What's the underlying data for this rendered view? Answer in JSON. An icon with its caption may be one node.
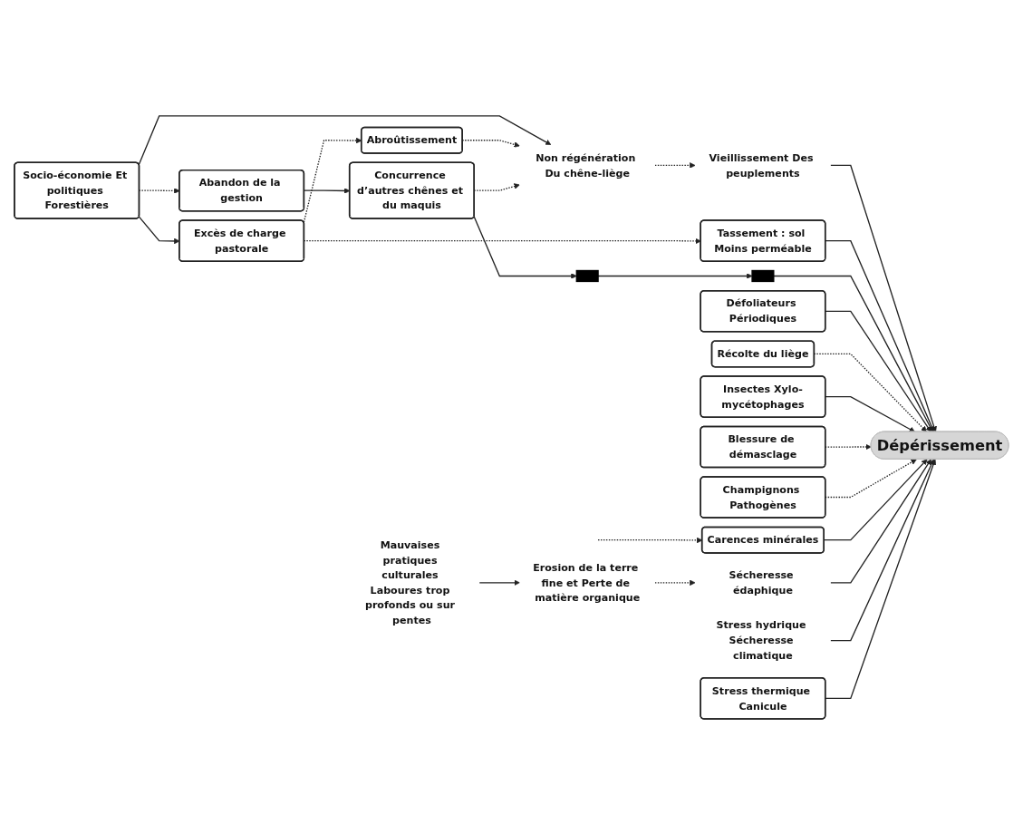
{
  "diagram": {
    "nodes": [
      {
        "text": [
          "Socio-économie Et politiques Forestières"
        ]
      },
      {
        "text": [
          "Excès de charge pastorale"
        ]
      },
      {
        "text": [
          "Abandon de la gestion"
        ]
      },
      {
        "text": [
          "Abroûtissement"
        ]
      },
      {
        "text": [
          "Non régénération Du chêne-liège"
        ]
      },
      {
        "text": [
          "Concurrence d’autres chênes et du maquis"
        ]
      },
      {
        "text": [
          "Tassement : sol Moins perméable"
        ]
      },
      {
        "text": [
          "Vieillissement Des peuplements"
        ]
      },
      {
        "text": [],
        "shape": "box"
      },
      {
        "text": [],
        "shape": "box"
      },
      {
        "text": [
          "Défoliateurs Périodiques"
        ]
      },
      {
        "text": [
          "Récolte du liège"
        ]
      },
      {
        "text": [
          "Dépérissement"
        ]
      },
      {
        "text": [
          "Insectes Xylo-mycétophages"
        ]
      },
      {
        "text": [
          "Blessure de démasclage"
        ]
      },
      {
        "text": [
          "Champignons Pathogènes"
        ]
      },
      {
        "text": [
          "Sécheresse édaphique"
        ]
      },
      {
        "text": [
          "Stress hydrique Sécheresse climatique"
        ]
      },
      {
        "text": [
          "Carences minérales"
        ]
      },
      {
        "text": [
          "Stress thermique Canicule"
        ]
      },
      {
        "text": [
          "Erosion de la terre fine et Perte de matière organique"
        ]
      },
      {
        "text": [
          "Mauvaises pratiques culturales Laboures trop profonds ou sur pentes"
        ]
      }
    ],
    "edges": [
      {
        "from": 0,
        "to": 1,
        "arrow": "to"
      },
      {
        "from": 0,
        "to": 2,
        "arrow": "to",
        "style": "dashed"
      },
      {
        "from": 0,
        "to": 4,
        "arrow": "to"
      },
      {
        "from": 1,
        "to": 3,
        "arrow": "to",
        "style": "dashed"
      },
      {
        "from": 1,
        "to": 6,
        "arrow": "to",
        "style": "dashed"
      },
      {
        "from": 3,
        "to": 4,
        "arrow": "to",
        "style": "dashed"
      },
      {
        "from": 2,
        "to": 5,
        "arrow": "to"
      },
      {
        "from": 5,
        "to": 4,
        "arrow": "to",
        "style": "dashed"
      },
      {
        "from": 4,
        "to": 7,
        "arrow": "to",
        "style": "dashed"
      },
      {
        "from": 5,
        "to": 8,
        "arrow": "to"
      },
      {
        "from": 8,
        "to": 9,
        "arrow": "to"
      },
      {
        "from": 7,
        "to": 12,
        "arrow": "to"
      },
      {
        "from": 6,
        "to": 12,
        "arrow": "to"
      },
      {
        "from": 9,
        "to": 12,
        "arrow": "to"
      },
      {
        "from": 10,
        "to": 12,
        "arrow": "to"
      },
      {
        "from": 11,
        "to": 12,
        "arrow": "to",
        "style": "dashed"
      },
      {
        "from": 13,
        "to": 12,
        "arrow": "to"
      },
      {
        "from": 14,
        "to": 12,
        "arrow": "to",
        "style": "dashed"
      },
      {
        "from": 15,
        "to": 12,
        "arrow": "to",
        "style": "dashed"
      },
      {
        "from": 18,
        "to": 12,
        "arrow": "to"
      },
      {
        "from": 16,
        "to": 12,
        "arrow": "to"
      },
      {
        "from": 17,
        "to": 12,
        "arrow": "to"
      },
      {
        "from": 19,
        "to": 12,
        "arrow": "to"
      },
      {
        "from": 20,
        "to": 16,
        "arrow": "to",
        "style": "dashed"
      },
      {
        "from": 21,
        "to": 20,
        "arrow": "to"
      },
      {
        "from": null,
        "to": 18,
        "arrow": "to",
        "style": "dashed"
      }
    ]
  }
}
